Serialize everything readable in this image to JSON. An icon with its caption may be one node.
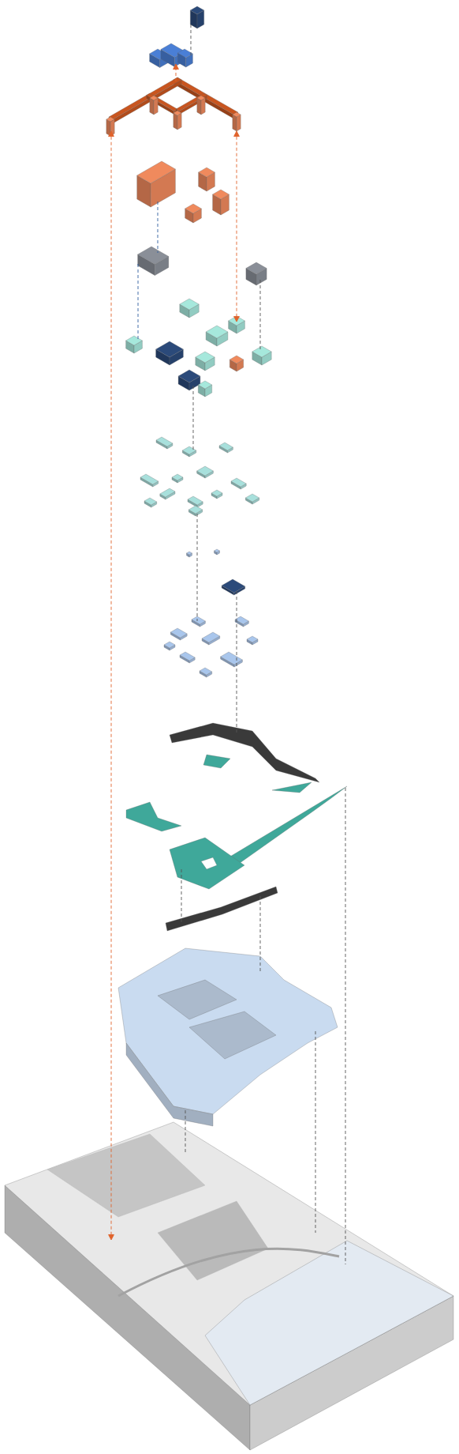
{
  "diagram": {
    "nodes": [
      {
        "text": [],
        "shape": "picture"
      },
      {
        "text": [],
        "shape": "picture"
      },
      {
        "text": [],
        "shape": "picture"
      },
      {
        "text": [],
        "shape": "picture"
      },
      {
        "text": [],
        "shape": "picture"
      },
      {
        "text": [],
        "shape": "picture"
      },
      {
        "text": [],
        "shape": "picture"
      },
      {
        "text": [],
        "shape": "picture"
      },
      {
        "text": [],
        "shape": "picture"
      },
      {
        "text": [],
        "shape": "picture"
      },
      {
        "text": [],
        "shape": "picture"
      },
      {
        "text": [],
        "shape": "picture"
      },
      {
        "text": [],
        "shape": "picture"
      }
    ],
    "edges": [
      {
        "from": 2,
        "to": 1,
        "arrow": "to",
        "color": "#e0622a"
      },
      {
        "from": 2,
        "to": 12,
        "arrow": "both",
        "color": "#e0622a"
      },
      {
        "from": 2,
        "to": 6,
        "arrow": "both",
        "color": "#e0622a"
      },
      {
        "from": 1,
        "to": 0,
        "arrow": "none"
      },
      {
        "from": 3,
        "to": 4,
        "arrow": "none",
        "color": "#2f5f9f"
      },
      {
        "from": 4,
        "to": 6,
        "arrow": "none",
        "color": "#2f5f9f"
      },
      {
        "from": 5,
        "to": 6,
        "arrow": "none"
      },
      {
        "from": 6,
        "to": 7,
        "arrow": "none"
      },
      {
        "from": 7,
        "to": 8,
        "arrow": "none"
      },
      {
        "from": 8,
        "to": 9,
        "arrow": "none"
      },
      {
        "from": 9,
        "to": 10,
        "arrow": "none"
      },
      {
        "from": 10,
        "to": 11,
        "arrow": "none"
      },
      {
        "from": 11,
        "to": 12,
        "arrow": "none"
      },
      {
        "from": 9,
        "to": 12,
        "arrow": "none"
      },
      {
        "from": 11,
        "to": 12,
        "arrow": "none"
      }
    ]
  }
}
